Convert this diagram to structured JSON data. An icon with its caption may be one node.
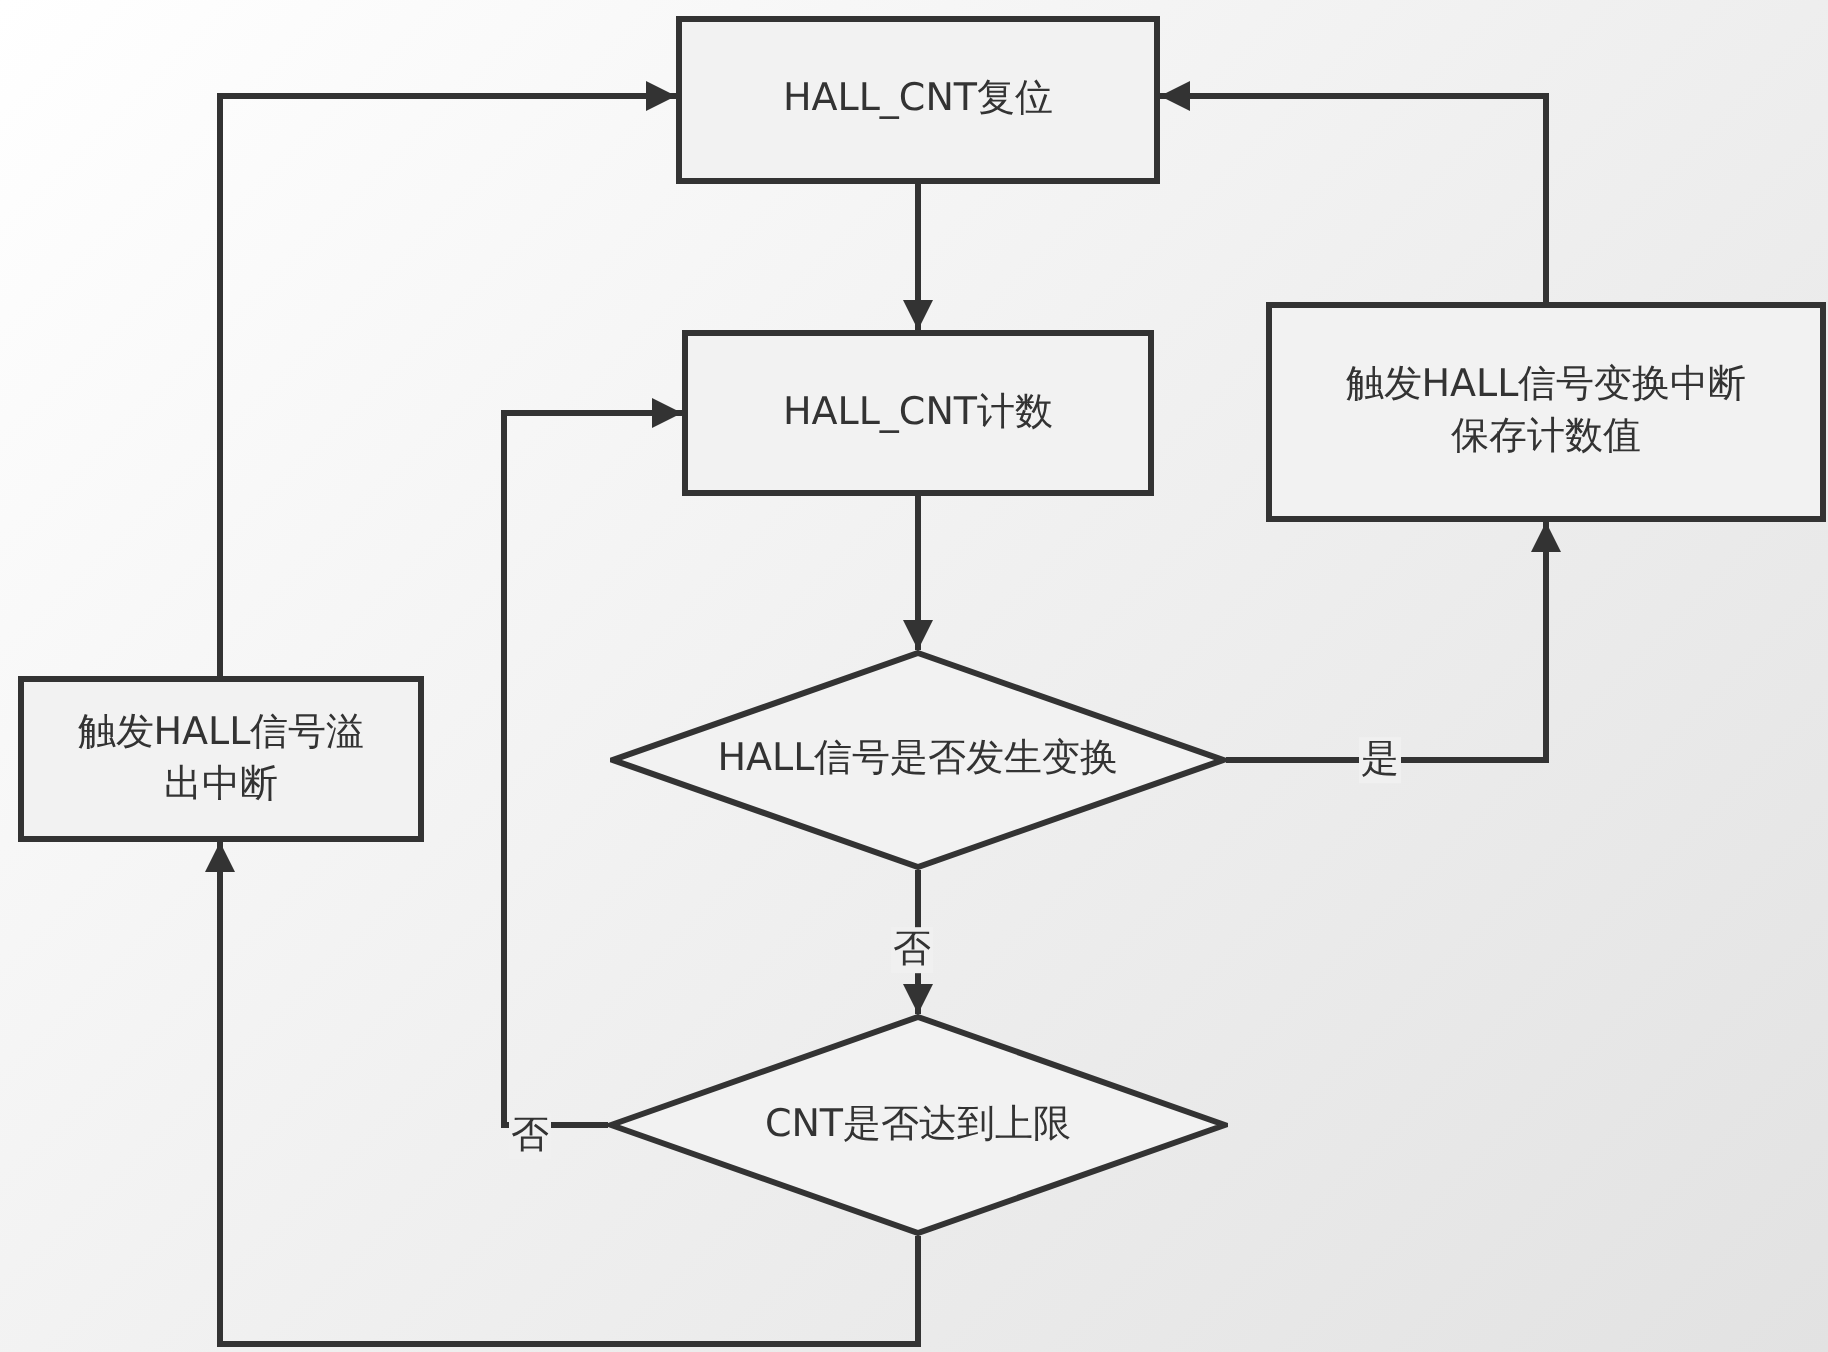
{
  "diagram": {
    "nodes": [
      {
        "text": [
          "HALL_CNT复位"
        ]
      },
      {
        "text": [
          "HALL_CNT计数"
        ]
      },
      {
        "text": [
          "HALL信号是否发生变换"
        ]
      },
      {
        "text": [
          "触发HALL信号变换中断",
          "保存计数值"
        ]
      },
      {
        "text": [
          "触发HALL信号溢出中断"
        ]
      },
      {
        "text": [
          "CNT是否达到上限"
        ]
      }
    ],
    "edges": [
      {
        "from": 0,
        "to": 1,
        "arrow": "to"
      },
      {
        "from": 1,
        "to": 2,
        "arrow": "to"
      },
      {
        "from": 2,
        "to": 3,
        "arrow": "to",
        "label": "是"
      },
      {
        "from": 3,
        "to": 0,
        "arrow": "to"
      },
      {
        "from": 2,
        "to": 5,
        "arrow": "to",
        "label": "否"
      },
      {
        "from": 5,
        "to": 1,
        "arrow": "to",
        "label": "否"
      },
      {
        "from": 5,
        "to": 4,
        "arrow": "to"
      },
      {
        "from": 4,
        "to": 0,
        "arrow": "to"
      }
    ]
  }
}
